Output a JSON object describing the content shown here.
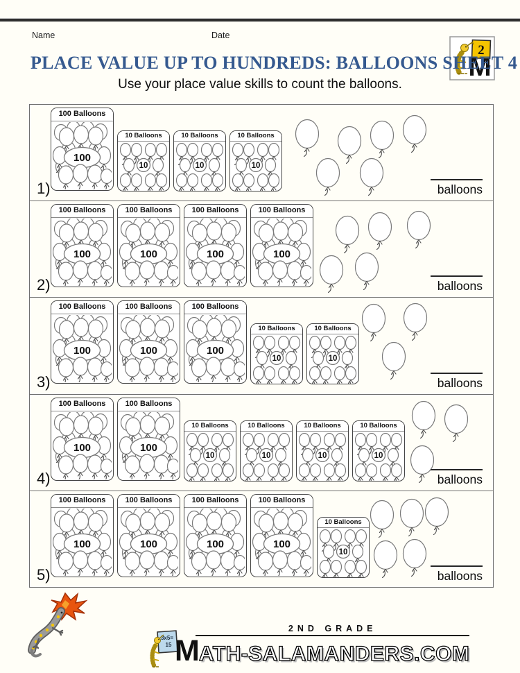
{
  "page": {
    "name_label": "Name",
    "date_label": "Date",
    "title": "PLACE VALUE UP TO HUNDREDS: BALLOONS SHEET 4",
    "subtitle": "Use your place value skills to count the balloons."
  },
  "logo": {
    "grade_number": "2",
    "m_letter": "M"
  },
  "boxes": {
    "hundred_label": "100 Balloons",
    "hundred_value": "100",
    "ten_label": "10 Balloons",
    "ten_value": "10"
  },
  "answer_label": "balloons",
  "rows": [
    {
      "num": "1)",
      "hundreds": 1,
      "tens": 3,
      "ones": 6,
      "loose": [
        [
          400,
          43
        ],
        [
          461,
          53
        ],
        [
          508,
          45
        ],
        [
          555,
          37
        ],
        [
          430,
          99
        ],
        [
          493,
          99
        ]
      ]
    },
    {
      "num": "2)",
      "hundreds": 4,
      "tens": 0,
      "ones": 5,
      "loose": [
        [
          458,
          43
        ],
        [
          505,
          38
        ],
        [
          561,
          36
        ],
        [
          435,
          100
        ],
        [
          486,
          96
        ]
      ]
    },
    {
      "num": "3)",
      "hundreds": 3,
      "tens": 2,
      "ones": 3,
      "loose": [
        [
          496,
          31
        ],
        [
          556,
          30
        ],
        [
          525,
          86
        ]
      ]
    },
    {
      "num": "4)",
      "hundreds": 2,
      "tens": 4,
      "ones": 3,
      "loose": [
        [
          568,
          31
        ],
        [
          615,
          36
        ],
        [
          566,
          95
        ]
      ]
    },
    {
      "num": "5)",
      "hundreds": 4,
      "tens": 1,
      "ones": 5,
      "loose": [
        [
          508,
          35
        ],
        [
          551,
          33
        ],
        [
          587,
          31
        ],
        [
          513,
          93
        ],
        [
          555,
          91
        ]
      ]
    }
  ],
  "footer": {
    "grade_text": "2ND GRADE",
    "site_prefix": "M",
    "site_text": "ATH-SALAMANDERS.COM",
    "sign_line1": "3x5=",
    "sign_line2": "15"
  },
  "colors": {
    "title_blue": "#35598f",
    "logo_yellow": "#f5c400",
    "flame_orange": "#e8540f",
    "page_bg": "#fffef7"
  }
}
